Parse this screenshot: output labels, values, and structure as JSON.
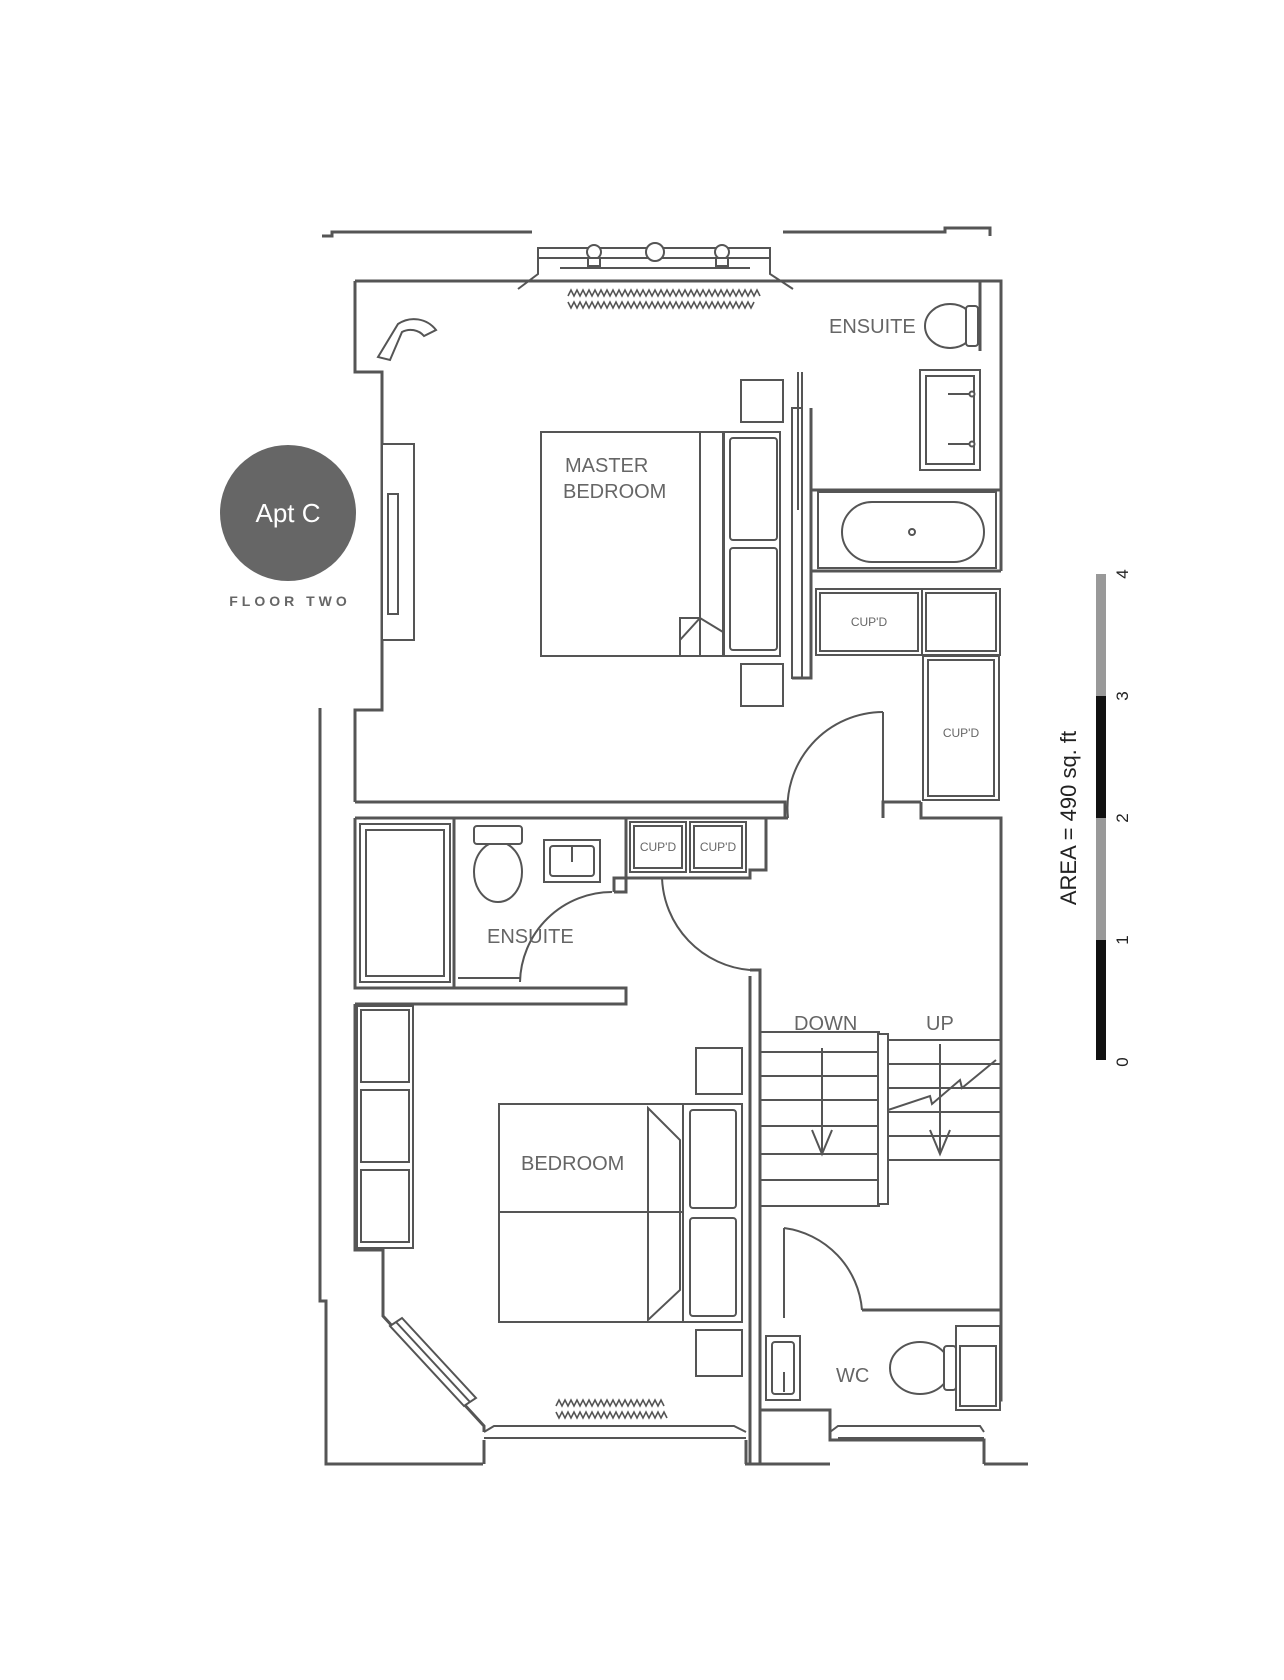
{
  "badge": {
    "apartment": "Apt C",
    "floor": "FLOOR TWO",
    "color": "#666666"
  },
  "rooms": {
    "master_bedroom": [
      "MASTER",
      "BEDROOM"
    ],
    "ensuite_top": "ENSUITE",
    "ensuite_lower": "ENSUITE",
    "bedroom": "BEDROOM",
    "wc": "WC"
  },
  "cupboards": [
    "CUP'D",
    "CUP'D",
    "CUP'D",
    "CUP'D"
  ],
  "stairs": {
    "down": "DOWN",
    "up": "UP"
  },
  "scale": {
    "area_label": "AREA = 490 sq. ft",
    "ticks": [
      "0",
      "1",
      "2",
      "3",
      "4"
    ],
    "segment_colors": [
      "#111111",
      "#999999",
      "#111111",
      "#999999"
    ]
  },
  "colors": {
    "line": "#555555",
    "text": "#666666"
  }
}
